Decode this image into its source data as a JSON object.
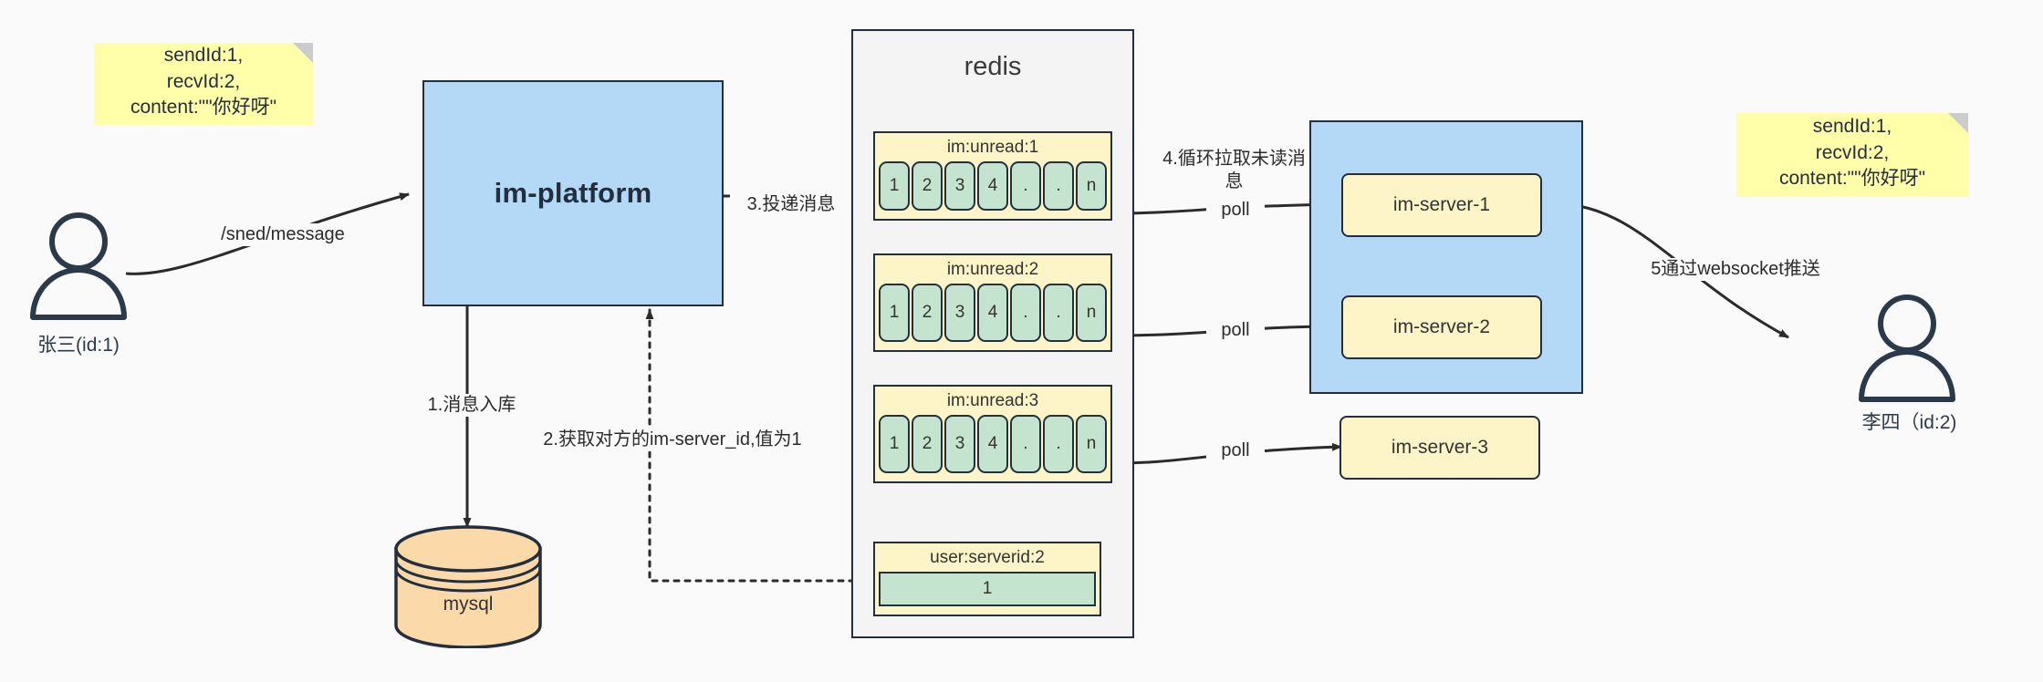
{
  "diagram": {
    "title": "IM message delivery architecture",
    "background": "#fafafa",
    "colors": {
      "blue_box": "#b3d9f7",
      "sticky_yellow": "#ffffaa",
      "key_yellow": "#fdf4c8",
      "cell_green": "#c5e4cf",
      "mysql_orange": "#fcd9a8",
      "stroke": "#232f3e"
    }
  },
  "notes": {
    "left": "sendId:1,\nrecvId:2,\ncontent:\"\"你好呀\"",
    "right": "sendId:1,\nrecvId:2,\ncontent:\"\"你好呀\""
  },
  "actors": {
    "sender": {
      "name": "张三(id:1)",
      "icon": "user-icon"
    },
    "receiver": {
      "name": "李四（id:2)",
      "icon": "user-icon"
    }
  },
  "platform": {
    "label": "im-platform"
  },
  "database": {
    "label": "mysql",
    "icon": "database-cylinder-icon"
  },
  "redis": {
    "title": "redis",
    "blocks": [
      {
        "key": "im:unread:1",
        "cells": [
          "1",
          "2",
          "3",
          "4",
          ".",
          ".",
          "n"
        ]
      },
      {
        "key": "im:unread:2",
        "cells": [
          "1",
          "2",
          "3",
          "4",
          ".",
          ".",
          "n"
        ]
      },
      {
        "key": "im:unread:3",
        "cells": [
          "1",
          "2",
          "3",
          "4",
          ".",
          ".",
          "n"
        ]
      }
    ],
    "mapping": {
      "key": "user:serverid:2",
      "value": "1"
    }
  },
  "server_cluster": {
    "servers": [
      {
        "label": "im-server-1"
      },
      {
        "label": "im-server-2"
      },
      {
        "label": "im-server-3"
      }
    ]
  },
  "edges": {
    "send_message": "/sned/message",
    "step1": "1.消息入库",
    "step2": "2.获取对方的im-server_id,值为1",
    "step3": "3.投递消息",
    "step4": "4.循环拉取未读消\n息",
    "poll1": "poll",
    "poll2": "poll",
    "poll3": "poll",
    "step5": "5通过websocket推送"
  }
}
